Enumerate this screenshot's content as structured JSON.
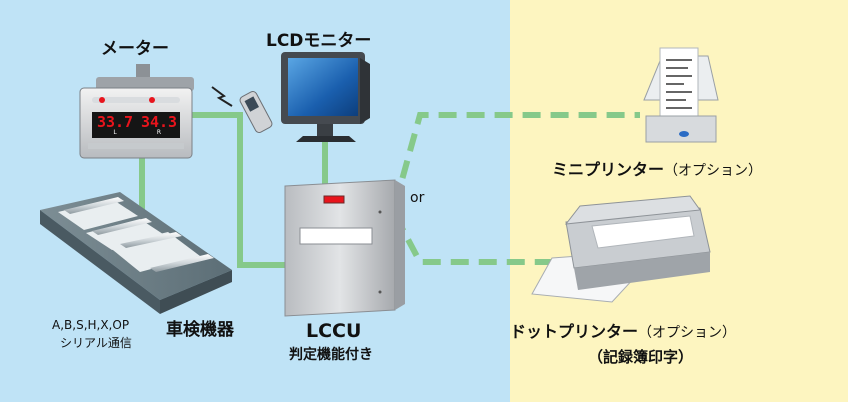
{
  "labels": {
    "meter": "メーター",
    "lcd_monitor": "LCDモニター",
    "lccu": "LCCU",
    "lccu_sub": "判定機能付き",
    "test_equipment": "車検機器",
    "serial_types": "A,B,S,H,X,OP",
    "serial_comm": "シリアル通信",
    "or": "or",
    "mini_printer": "ミニプリンター",
    "option_1": "（オプション）",
    "dot_printer": "ドットプリンター",
    "option_2": "（オプション）",
    "record_print": "（記録簿印字）"
  },
  "meter_display": {
    "left_value": "33.7",
    "left_unit": "L",
    "right_value": "34.3",
    "right_unit": "R"
  },
  "colors": {
    "left_bg": "#bfe3f6",
    "right_bg": "#fdf5c0",
    "wire": "#86c98a",
    "led": "#e8141c"
  }
}
